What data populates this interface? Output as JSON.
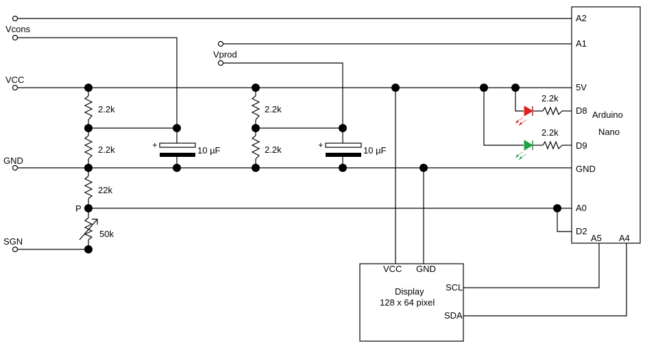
{
  "inputs": {
    "a2": "",
    "vcons": "Vcons",
    "vprod": "Vprod",
    "vcc": "VCC",
    "gnd": "GND",
    "sgn": "SGN",
    "p": "P"
  },
  "resistors": {
    "r1": "2.2k",
    "r2": "2.2k",
    "r3": "22k",
    "pot": "50k",
    "r4": "2.2k",
    "r5": "2.2k",
    "r_led_red": "2.2k",
    "r_led_green": "2.2k"
  },
  "capacitors": {
    "c1_value": "10 µF",
    "c1_plus": "+",
    "c2_value": "10 µF",
    "c2_plus": "+"
  },
  "arduino": {
    "title_line1": "Arduino",
    "title_line2": "Nano",
    "pins": {
      "a2": "A2",
      "a1": "A1",
      "v5": "5V",
      "d8": "D8",
      "d9": "D9",
      "gnd": "GND",
      "a0": "A0",
      "d2": "D2",
      "a5": "A5",
      "a4": "A4"
    }
  },
  "display": {
    "title_line1": "Display",
    "title_line2": "128 x 64 pixel",
    "pins": {
      "vcc": "VCC",
      "gnd": "GND",
      "scl": "SCL",
      "sda": "SDA"
    }
  },
  "colors": {
    "led_red": "#e02020",
    "led_green": "#20a040",
    "wire": "#000000"
  }
}
